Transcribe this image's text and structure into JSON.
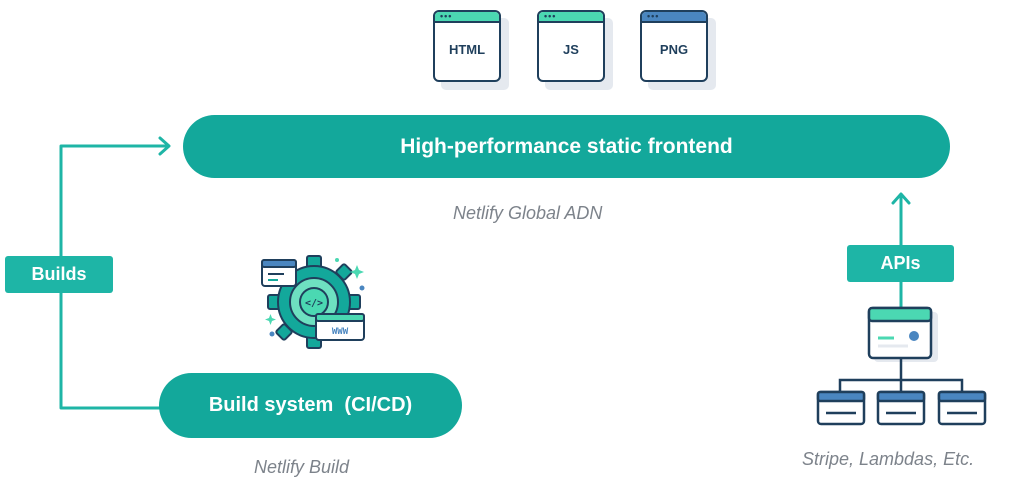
{
  "files": [
    {
      "label": "HTML",
      "bar_color": "#4bd8b2"
    },
    {
      "label": "JS",
      "bar_color": "#4bd8b2"
    },
    {
      "label": "PNG",
      "bar_color": "#4a86c0"
    }
  ],
  "frontend": {
    "label": "High-performance static frontend",
    "caption": "Netlify Global ADN"
  },
  "builds_tag": "Builds",
  "apis_tag": "APIs",
  "build_system": {
    "label": "Build system  (CI/CD)",
    "caption": "Netlify Build"
  },
  "services_caption": "Stripe, Lambdas, Etc.",
  "gear_illustration": {
    "code_glyph": "</>",
    "www_label": "WWW"
  },
  "colors": {
    "teal": "#13a89b",
    "teal_light": "#1eb5a6",
    "navy": "#1f3f5c",
    "mint": "#4bd8b2"
  }
}
